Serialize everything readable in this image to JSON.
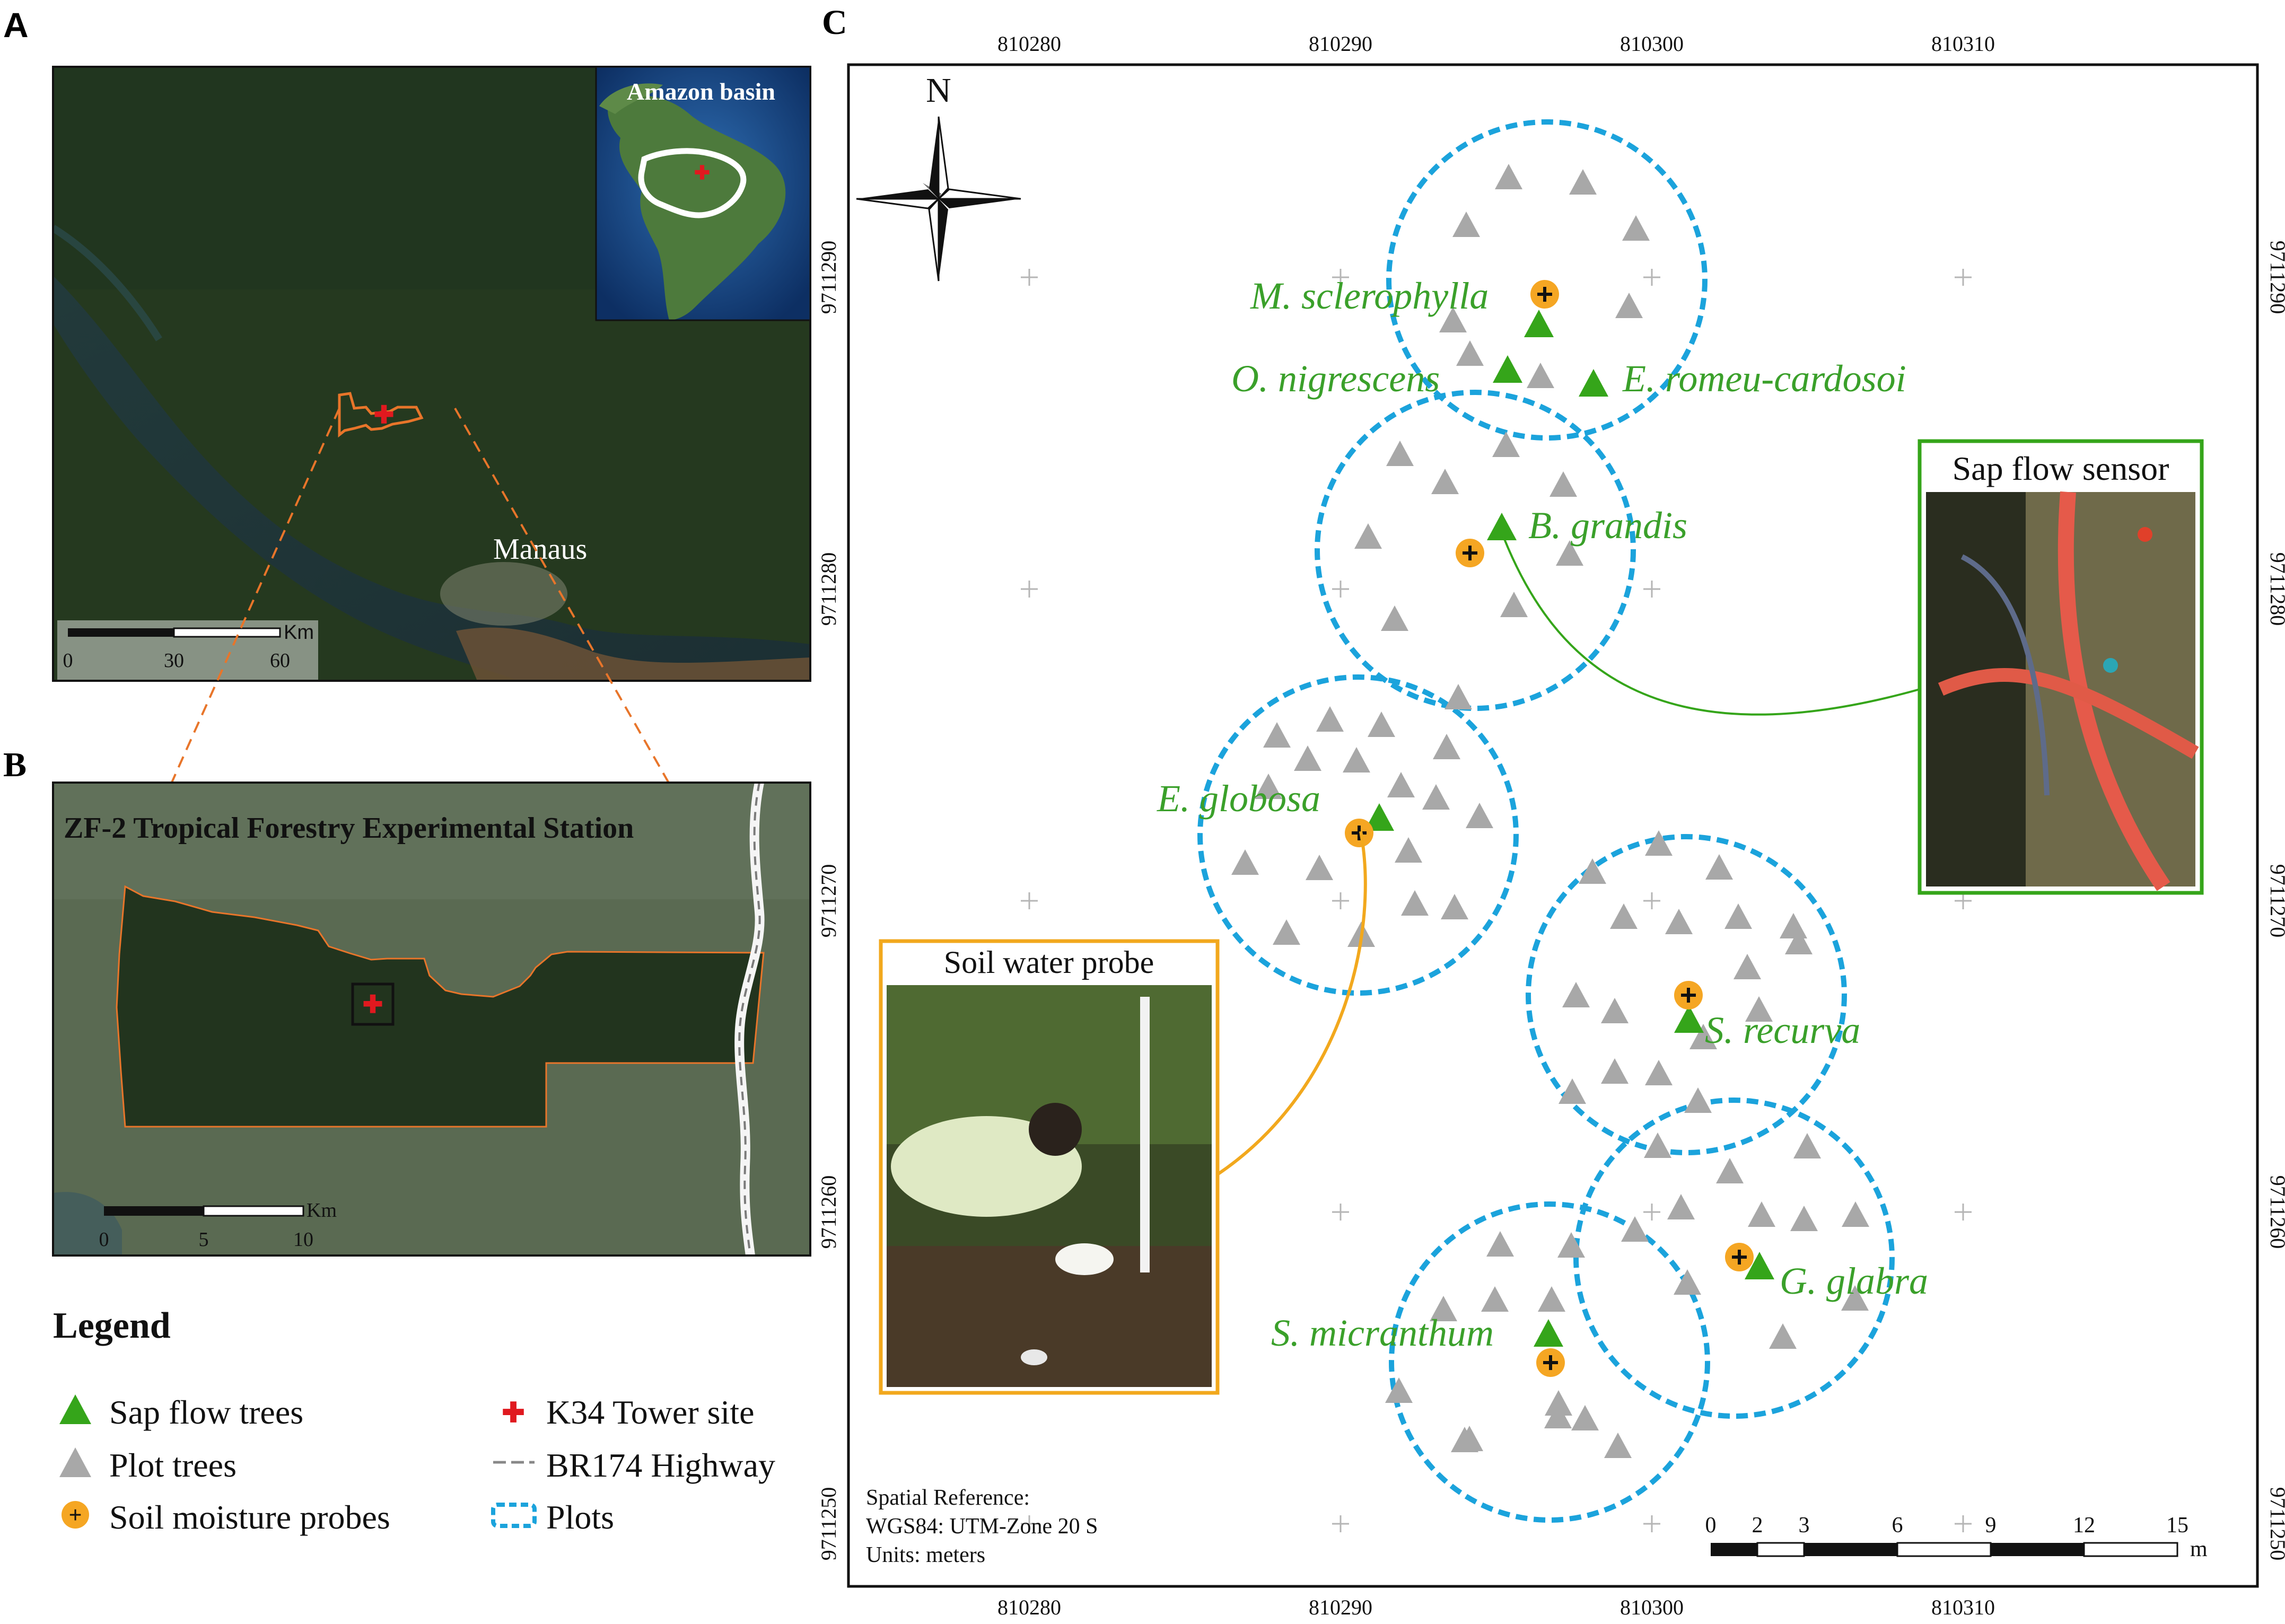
{
  "panels": {
    "a": {
      "letter": "A",
      "inset_title": "Amazon basin",
      "city_label": "Manaus",
      "scalebar": {
        "unit": "Km",
        "ticks": [
          "0",
          "30",
          "60"
        ]
      }
    },
    "b": {
      "letter": "B",
      "title": "ZF-2 Tropical Forestry Experimental Station",
      "scalebar": {
        "unit": "Km",
        "ticks": [
          "0",
          "5",
          "10"
        ]
      }
    },
    "c": {
      "letter": "C",
      "north_label": "N",
      "x_ticks": [
        "810280",
        "810290",
        "810300",
        "810310"
      ],
      "y_ticks": [
        "9711290",
        "9711280",
        "9711270",
        "9711260",
        "9711250"
      ],
      "species_labels": {
        "m_sclerophylla": "M. sclerophylla",
        "o_nigrescens": "O. nigrescens",
        "e_romeu_cardosoi": "E. romeu-cardosoi",
        "b_grandis": "B. grandis",
        "e_globosa": "E. globosa",
        "s_recurva": "S. recurva",
        "g_glabra": "G. glabra",
        "s_micranthum": "S. micranthum"
      },
      "photo_sap_flow": "Sap flow sensor",
      "photo_soil_probe": "Soil water probe",
      "spatial_reference": [
        "Spatial Reference:",
        "WGS84: UTM-Zone 20 S",
        "Units: meters"
      ],
      "scalebar": {
        "unit": "m",
        "ticks": [
          "0",
          "2",
          "3",
          "6",
          "9",
          "12",
          "15"
        ]
      }
    }
  },
  "legend": {
    "title": "Legend",
    "items": [
      {
        "key": "sap_flow_trees",
        "label": "Sap flow trees"
      },
      {
        "key": "plot_trees",
        "label": "Plot trees"
      },
      {
        "key": "soil_moisture_probes",
        "label": "Soil moisture probes"
      },
      {
        "key": "k34_tower_site",
        "label": "K34 Tower site"
      },
      {
        "key": "br174_highway",
        "label": "BR174 Highway"
      },
      {
        "key": "plots",
        "label": "Plots"
      }
    ]
  },
  "colors": {
    "plot_circle": "#1ba3dc",
    "sap_flow_green": "#35a51a",
    "plot_tree_gray": "#a8a8a8",
    "probe_orange": "#f5a623",
    "tower_red": "#e0191f",
    "label_green": "#3aa02a",
    "leader_orange": "#f2a81d",
    "study_area_outline": "#e8752a"
  }
}
